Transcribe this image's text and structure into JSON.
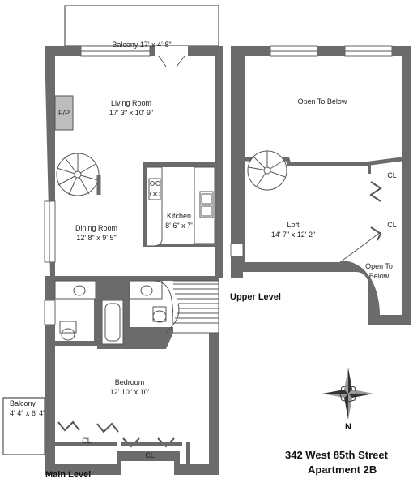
{
  "main_level": {
    "label": "Main Level",
    "rooms": {
      "balcony_top": "Balcony 17' x 4' 8\"",
      "fireplace": "F/P",
      "living_room": "Living Room",
      "living_room_dim": "17' 3\" x 10' 9\"",
      "kitchen": "Kitchen",
      "kitchen_dim": "8' 6\" x 7'",
      "dining_room": "Dining Room",
      "dining_room_dim": "12' 8\" x 9' 5\"",
      "bedroom": "Bedroom",
      "bedroom_dim": "12' 10\" x 10'",
      "balcony_side": "Balcony",
      "balcony_side_dim": "4' 4\" x 6' 4\"",
      "closet_1": "CL",
      "closet_2": "CL"
    }
  },
  "upper_level": {
    "label": "Upper Level",
    "rooms": {
      "open_top": "Open To Below",
      "loft": "Loft",
      "loft_dim": "14' 7\" x 12' 2\"",
      "closet_1": "CL",
      "closet_2": "CL",
      "open_bottom_1": "Open To",
      "open_bottom_2": "Below"
    }
  },
  "compass": {
    "north": "N"
  },
  "address": {
    "line1": "342 West 85th Street",
    "line2": "Apartment 2B"
  }
}
